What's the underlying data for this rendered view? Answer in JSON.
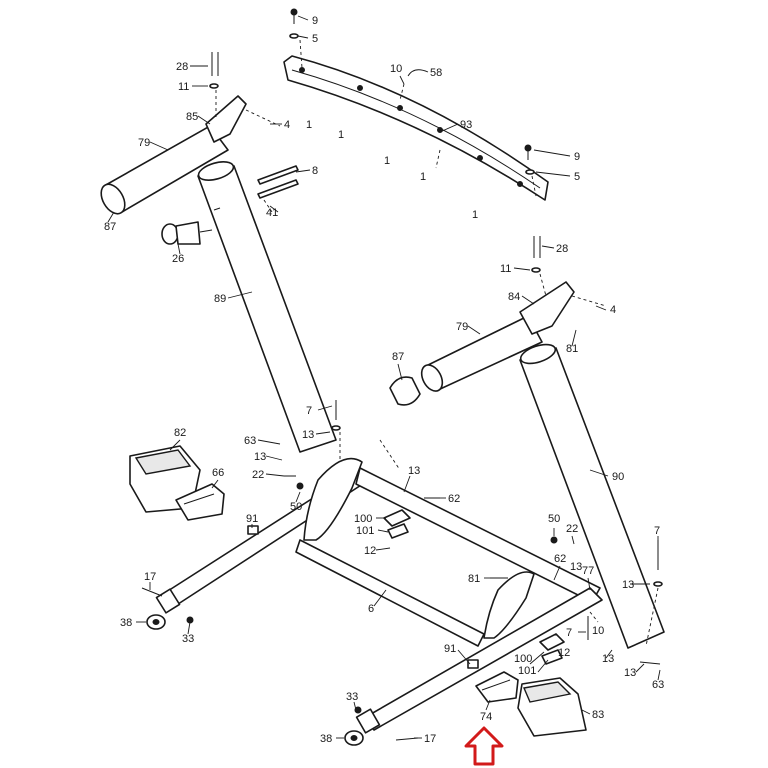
{
  "labels": {
    "l9a": "9",
    "l5a": "5",
    "l10a": "10",
    "l58": "58",
    "l28a": "28",
    "l11a": "11",
    "l85": "85",
    "l4a": "4",
    "l79a": "79",
    "l1a": "1",
    "l1b": "1",
    "l93": "93",
    "l1c": "1",
    "l1d": "1",
    "l1e": "1",
    "l9b": "9",
    "l5b": "5",
    "l8": "8",
    "l41": "41",
    "l87a": "87",
    "l26": "26",
    "l28b": "28",
    "l11b": "11",
    "l89": "89",
    "l84": "84",
    "l4b": "4",
    "l79b": "79",
    "l81a": "81",
    "l87b": "87",
    "l7a": "7",
    "l82": "82",
    "l63a": "63",
    "l13a": "13",
    "l13b": "13",
    "l66": "66",
    "l22a": "22",
    "l13c": "13",
    "l90": "90",
    "l62a": "62",
    "l50a": "50",
    "l91a": "91",
    "l100a": "100",
    "l101a": "101",
    "l12a": "12",
    "l50b": "50",
    "l22b": "22",
    "l7b": "7",
    "l62b": "62",
    "l77": "77",
    "l13d": "13",
    "l13e": "13",
    "l17a": "17",
    "l81b": "81",
    "l6": "6",
    "l38a": "38",
    "l33a": "33",
    "l7c": "7",
    "l10b": "10",
    "l13f": "13",
    "l91b": "91",
    "l100b": "100",
    "l12b": "12",
    "l101b": "101",
    "l13g": "13",
    "l63b": "63",
    "l33b": "33",
    "l74": "74",
    "l83": "83",
    "l38b": "38",
    "l17b": "17"
  },
  "colors": {
    "line": "#1a1a1a",
    "highlight_arrow": "#d21a1a",
    "background": "#ffffff"
  },
  "icons": {
    "highlight": "up-arrow-icon"
  }
}
